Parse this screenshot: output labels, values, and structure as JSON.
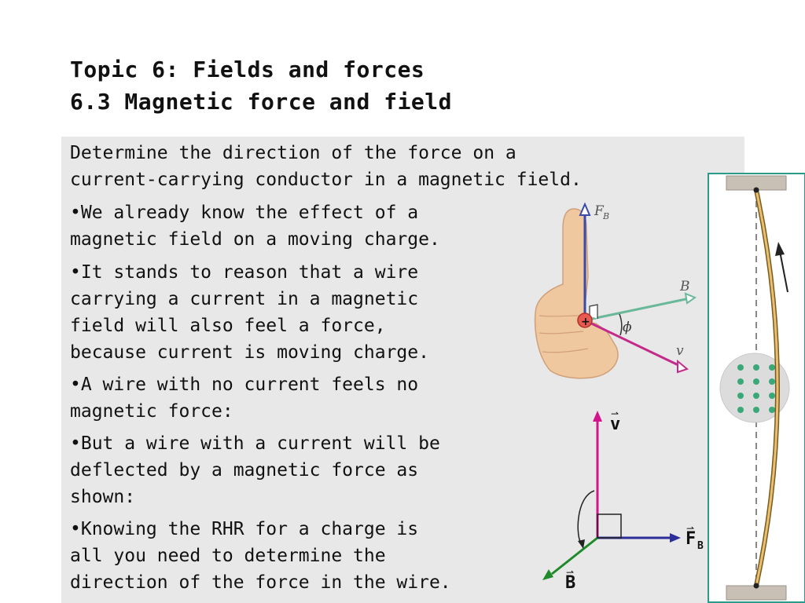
{
  "slide": {
    "title": "Topic 6: Fields and forces",
    "subtitle": "6.3 Magnetic force and field",
    "intro": "Determine the direction of the force on a\ncurrent-carrying conductor in a magnetic field.",
    "bullets": [
      "•We already know the effect of a\nmagnetic field on a moving charge.",
      "•It stands to reason that a wire\ncarrying a current in a magnetic\nfield will also feel a force,\nbecause current is moving charge.",
      "•A wire with no current feels no\nmagnetic force:",
      "•But a wire with a current will be\ndeflected by a magnetic force as\nshown:",
      "•Knowing the RHR for a charge is\nall you need to determine the\ndirection of the force in the wire."
    ]
  },
  "hand_figure": {
    "label_fb": "F",
    "label_fb_sub": "B",
    "label_b": "B",
    "label_v": "v",
    "label_phi": "ϕ",
    "label_plus": "+"
  },
  "axes_figure": {
    "label_v": "v",
    "label_fb": "F",
    "label_fb_sub": "B",
    "label_b": "B"
  },
  "colors": {
    "velocity": "#d4148c",
    "force": "#2e2e9a",
    "field": "#1f8a2a",
    "border": "#2a9a8a"
  }
}
